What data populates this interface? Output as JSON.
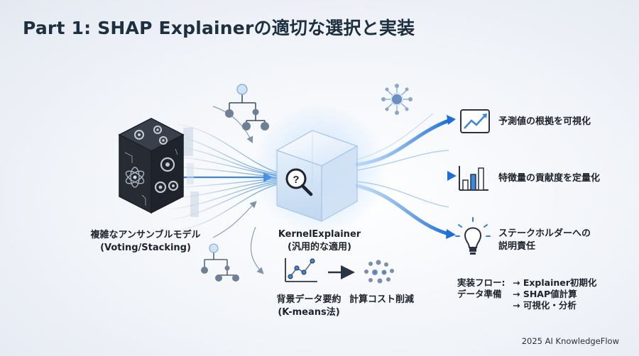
{
  "title": "Part 1: SHAP Explainerの適切な選択と実装",
  "model": {
    "line1": "複雑なアンサンブルモデル",
    "line2": "(Voting/Stacking)"
  },
  "explainer": {
    "line1": "KernelExplainer",
    "line2": "(汎用的な適用)"
  },
  "background": {
    "line1": "背景データ要約",
    "line2": "(K-means法)"
  },
  "cost": "計算コスト削減",
  "outputs": [
    {
      "label": "予測値の根拠を可視化",
      "icon": "trend-chart-icon"
    },
    {
      "label": "特徴量の貢献度を定量化",
      "icon": "bar-chart-icon"
    },
    {
      "label_line1": "ステークホルダーへの",
      "label_line2": "説明責任",
      "icon": "lightbulb-icon"
    }
  ],
  "flow": {
    "heading1": "実装フロー:",
    "heading2": "データ準備",
    "step1": "→ Explainer初期化",
    "step2": "→ SHAP値計算",
    "step3": "→ 可視化・分析"
  },
  "footer": "2025 AI KnowledgeFlow",
  "colors": {
    "accent": "#3b87de",
    "dark": "#1e3040",
    "cube_dark": "#252a33"
  }
}
